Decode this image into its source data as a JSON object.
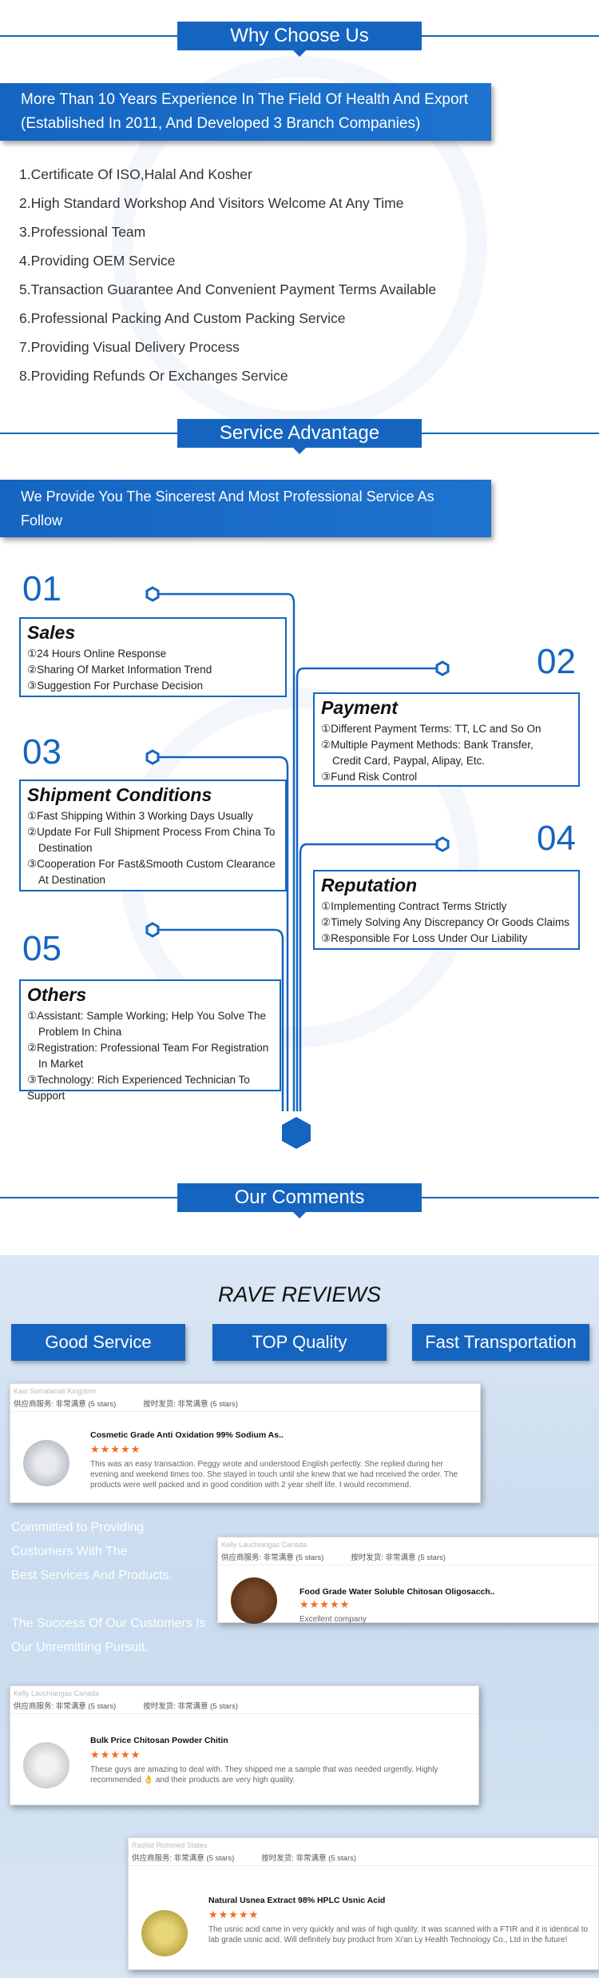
{
  "sections": {
    "why": "Why Choose Us",
    "service": "Service Advantage",
    "comments": "Our Comments"
  },
  "why_banner": {
    "line1": "More Than 10 Years Experience In The Field Of Health And Export",
    "line2": "(Established In 2011, And Developed 3 Branch Companies)"
  },
  "why_list": [
    "1.Certificate Of ISO,Halal And Kosher",
    "2.High Standard Workshop And Visitors Welcome At Any Time",
    "3.Professional Team",
    "4.Providing OEM Service",
    "5.Transaction Guarantee And Convenient Payment Terms Available",
    "6.Professional Packing And Custom Packing Service",
    "7.Providing Visual Delivery Process",
    "8.Providing Refunds Or Exchanges Service"
  ],
  "service_banner": {
    "line1": "We Provide You The Sincerest And Most Professional Service As",
    "line2": "Follow"
  },
  "timeline": [
    {
      "num": "01",
      "title": "Sales",
      "lines": [
        "①24 Hours Online Response",
        "②Sharing Of Market Information Trend",
        "③Suggestion For Purchase Decision"
      ]
    },
    {
      "num": "02",
      "title": "Payment",
      "lines": [
        "①Different Payment Terms: TT, LC and So On",
        "②Multiple Payment Methods: Bank Transfer,",
        "Credit Card, Paypal, Alipay, Etc.",
        "③Fund Risk Control"
      ]
    },
    {
      "num": "03",
      "title": "Shipment Conditions",
      "lines": [
        "①Fast Shipping Within 3 Working Days Usually",
        "②Update For Full Shipment Process From China To",
        "Destination",
        "③Cooperation For Fast&Smooth Custom Clearance",
        "At Destination"
      ]
    },
    {
      "num": "04",
      "title": "Reputation",
      "lines": [
        "①Implementing Contract Terms Strictly",
        "②Timely Solving Any Discrepancy Or Goods Claims",
        "③Responsible For Loss Under Our Liability"
      ]
    },
    {
      "num": "05",
      "title": "Others",
      "lines": [
        "①Assistant: Sample Working; Help You Solve The",
        "Problem In China",
        "②Registration: Professional Team For Registration",
        "In Market",
        "③Technology: Rich Experienced Technician To Support"
      ]
    }
  ],
  "comments": {
    "heading": "RAVE REVIEWS",
    "pills": [
      "Good Service",
      "TOP Quality",
      "Fast Transportation"
    ],
    "side_text": [
      "Committed to Providing",
      "Customers With The",
      "Best Services And Products.",
      "",
      "The Success Of Our Customers Is",
      "Our Unremitting Pursuit."
    ],
    "meta_a": "供应商服务: 非常满意  (5 stars)",
    "meta_b": "按时发货: 非常满意  (5 stars)",
    "stars": "★★★★★",
    "reviews": [
      {
        "user": "Kasi Somalanati Kingdom",
        "product": "Cosmetic Grade Anti Oxidation 99% Sodium As..",
        "text": "This was an easy transaction. Peggy wrote and understood English perfectly. She replied during her evening and weekend times too. She stayed in touch until she knew that we had received the order. The products were well packed and in good condition with 2 year shelf life. I would recommend."
      },
      {
        "user": "Kelly Lauchiangas Canada",
        "product": "Food Grade Water Soluble Chitosan Oligosacch..",
        "text": "Excellent company"
      },
      {
        "user": "Kelly Lauchiangas Canada",
        "product": "Bulk Price Chitosan Powder Chitin",
        "text": "These guys are amazing to deal with. They shipped me a sample that was needed urgently. Highly recommended 👌 and their products are very high quality."
      },
      {
        "user": "Rashid Riohmed States",
        "product": "Natural Usnea Extract 98% HPLC Usnic Acid",
        "text": "The usnic acid came in very quickly and was of high quality. It was scanned with a FTIR and it is identical to lab grade usnic acid. Will definitely buy product from Xi'an Ly Health Technology Co., Ltd in the future!"
      }
    ]
  },
  "colors": {
    "brand_blue": "#1565c0",
    "star_orange": "#f26b1d"
  }
}
